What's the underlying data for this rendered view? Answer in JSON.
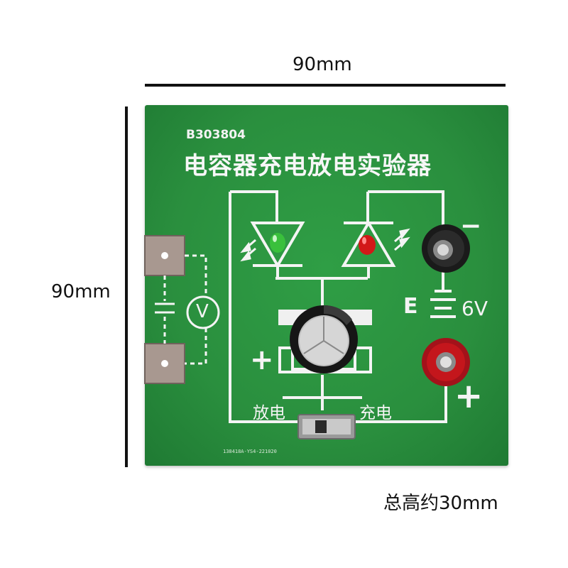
{
  "dimensions": {
    "width_label": "90mm",
    "height_label": "90mm",
    "total_height_label": "总高约30mm"
  },
  "board": {
    "model_code": "B303804",
    "title": "电容器充电放电实验器",
    "discharge_label": "放电",
    "charge_label": "充电",
    "source_letter": "E",
    "source_voltage": "6V",
    "minus_sign": "−",
    "plus_sign": "+",
    "cap_plus_sign": "+",
    "voltmeter_symbol": "V",
    "serial_text": "138418A-YS4-221020"
  },
  "colors": {
    "pcb_green": "#2a8f3e",
    "silkscreen": "#f4f4f4",
    "green_led": "#3cc43c",
    "red_led": "#d21818",
    "red_terminal": "#c4161c",
    "black_terminal": "#1a1a1a"
  }
}
